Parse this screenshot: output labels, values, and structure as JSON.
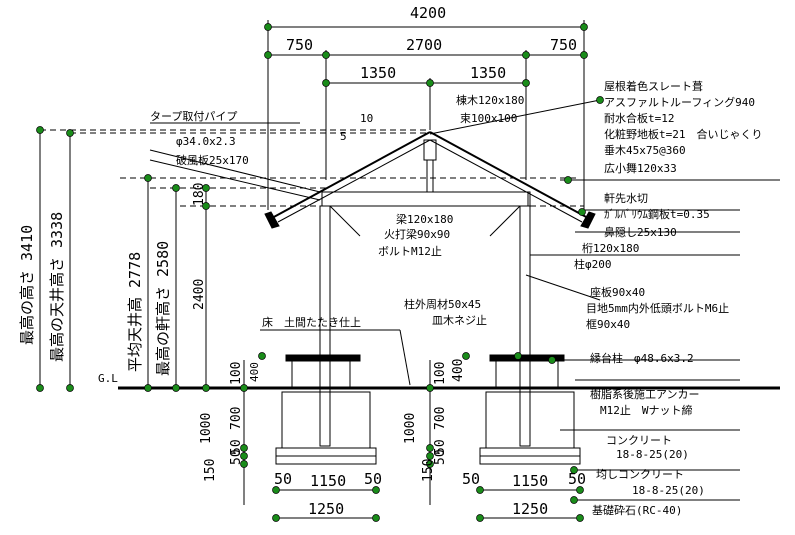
{
  "dimensions": {
    "overall_width": "4200",
    "eave_left": "750",
    "center": "2700",
    "eave_right": "750",
    "half_left": "1350",
    "half_right": "1350",
    "slope_rise": "10",
    "slope_run": "5",
    "h_180": "180",
    "h_2400": "2400",
    "left_footing": {
      "depth_1000": "1000",
      "h_700": "700",
      "h_50a": "50",
      "h_50b": "50",
      "h_150": "150",
      "floor_100": "100",
      "post_400": "400"
    },
    "right_footing": {
      "depth_1000": "1000",
      "h_700": "700",
      "h_50a": "50",
      "h_50b": "50",
      "h_150": "150",
      "floor_100": "100",
      "post_400": "400"
    },
    "footing_left": {
      "edge_l": "50",
      "inner": "1150",
      "edge_r": "50",
      "total": "1250"
    },
    "footing_right": {
      "edge_l": "50",
      "inner": "1150",
      "edge_r": "50",
      "total": "1250"
    }
  },
  "heights": {
    "max_height": "最高の高さ 3410",
    "max_ceiling": "最高の天井高さ 3338",
    "avg_ceiling": "平均天井高 2778",
    "max_eave": "最高の軒高さ 2580",
    "gl": "G.L"
  },
  "left_labels": {
    "tarp_pipe": "タープ取付パイプ",
    "pipe_size": "φ34.0x2.3",
    "bargeboard": "破風板25x170"
  },
  "right_labels": {
    "roof_slate": "屋根着色スレート葺",
    "asphalt": "アスファルトルーフィング940",
    "plywood": "耐水合板t=12",
    "sheathing": "化粧野地板t=21　合いじゃくり",
    "rafter": "垂木45x75@360",
    "fascia": "広小舞120x33",
    "eave_drip": "軒先水切",
    "galvalume": "ｶﾞﾙﾊﾞﾘｳﾑ鋼板t=0.35",
    "nose_cover": "鼻隠し25x130",
    "purlin": "桁120x180",
    "post": "柱φ200",
    "sill": "座板90x40",
    "joint": "目地5mm内外低頭ボルトM6止",
    "frame": "框90x40",
    "edge_post": "縁台柱　φ48.6x3.2",
    "anchor1": "樹脂系後施工アンカー",
    "anchor2": "M12止　Wナット締",
    "concrete": "コンクリート",
    "concrete_spec": "18-8-25(20)",
    "level_concrete": "均しコンクリート",
    "level_spec": "18-8-25(20)",
    "gravel": "基礎砕石(RC-40)"
  },
  "inner_labels": {
    "ridge": "棟木120x180",
    "strut": "束100x100",
    "beam": "梁120x180",
    "tie_beam": "火打梁90x90",
    "bolt": "ボルトM12止",
    "post_trim": "柱外周材50x45",
    "screw": "皿木ネジ止",
    "floor": "床　土間たたき仕上"
  }
}
